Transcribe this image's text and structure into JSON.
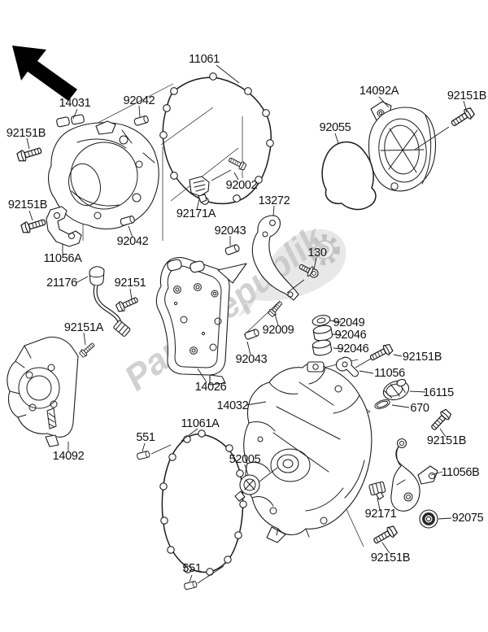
{
  "watermark": {
    "text": "PartsRepublik",
    "color": "#c6c6c6",
    "icon": "gear-icon"
  },
  "labels": [
    {
      "text": "11061"
    },
    {
      "text": "14031"
    },
    {
      "text": "92042"
    },
    {
      "text": "14092A"
    },
    {
      "text": "92151B"
    },
    {
      "text": "92055"
    },
    {
      "text": "92151B"
    },
    {
      "text": "92002"
    },
    {
      "text": "13272"
    },
    {
      "text": "92151B"
    },
    {
      "text": "92171A"
    },
    {
      "text": "92043"
    },
    {
      "text": "92042"
    },
    {
      "text": "11056A"
    },
    {
      "text": "130"
    },
    {
      "text": "21176"
    },
    {
      "text": "92151"
    },
    {
      "text": "92151A"
    },
    {
      "text": "92009"
    },
    {
      "text": "92049"
    },
    {
      "text": "92046"
    },
    {
      "text": "92046"
    },
    {
      "text": "92043"
    },
    {
      "text": "92151B"
    },
    {
      "text": "11056"
    },
    {
      "text": "16115"
    },
    {
      "text": "670"
    },
    {
      "text": "14026"
    },
    {
      "text": "14032"
    },
    {
      "text": "11061A"
    },
    {
      "text": "551"
    },
    {
      "text": "52005"
    },
    {
      "text": "14092"
    },
    {
      "text": "92151B"
    },
    {
      "text": "11056B"
    },
    {
      "text": "92171"
    },
    {
      "text": "92075"
    },
    {
      "text": "92151B"
    },
    {
      "text": "551"
    }
  ]
}
